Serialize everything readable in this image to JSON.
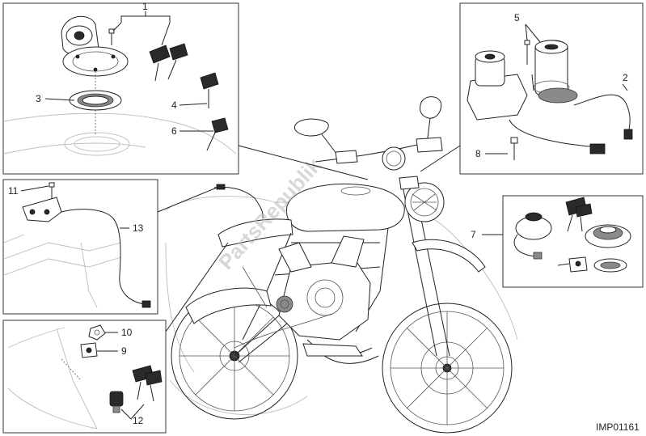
{
  "callouts": {
    "c1": "1",
    "c2": "2",
    "c3": "3",
    "c4": "4",
    "c5": "5",
    "c6": "6",
    "c7": "7",
    "c8": "8",
    "c9": "9",
    "c10": "10",
    "c11": "11",
    "c12": "12",
    "c13": "13"
  },
  "watermark": "PartsRepublik",
  "drawing_code": "IMP01161"
}
